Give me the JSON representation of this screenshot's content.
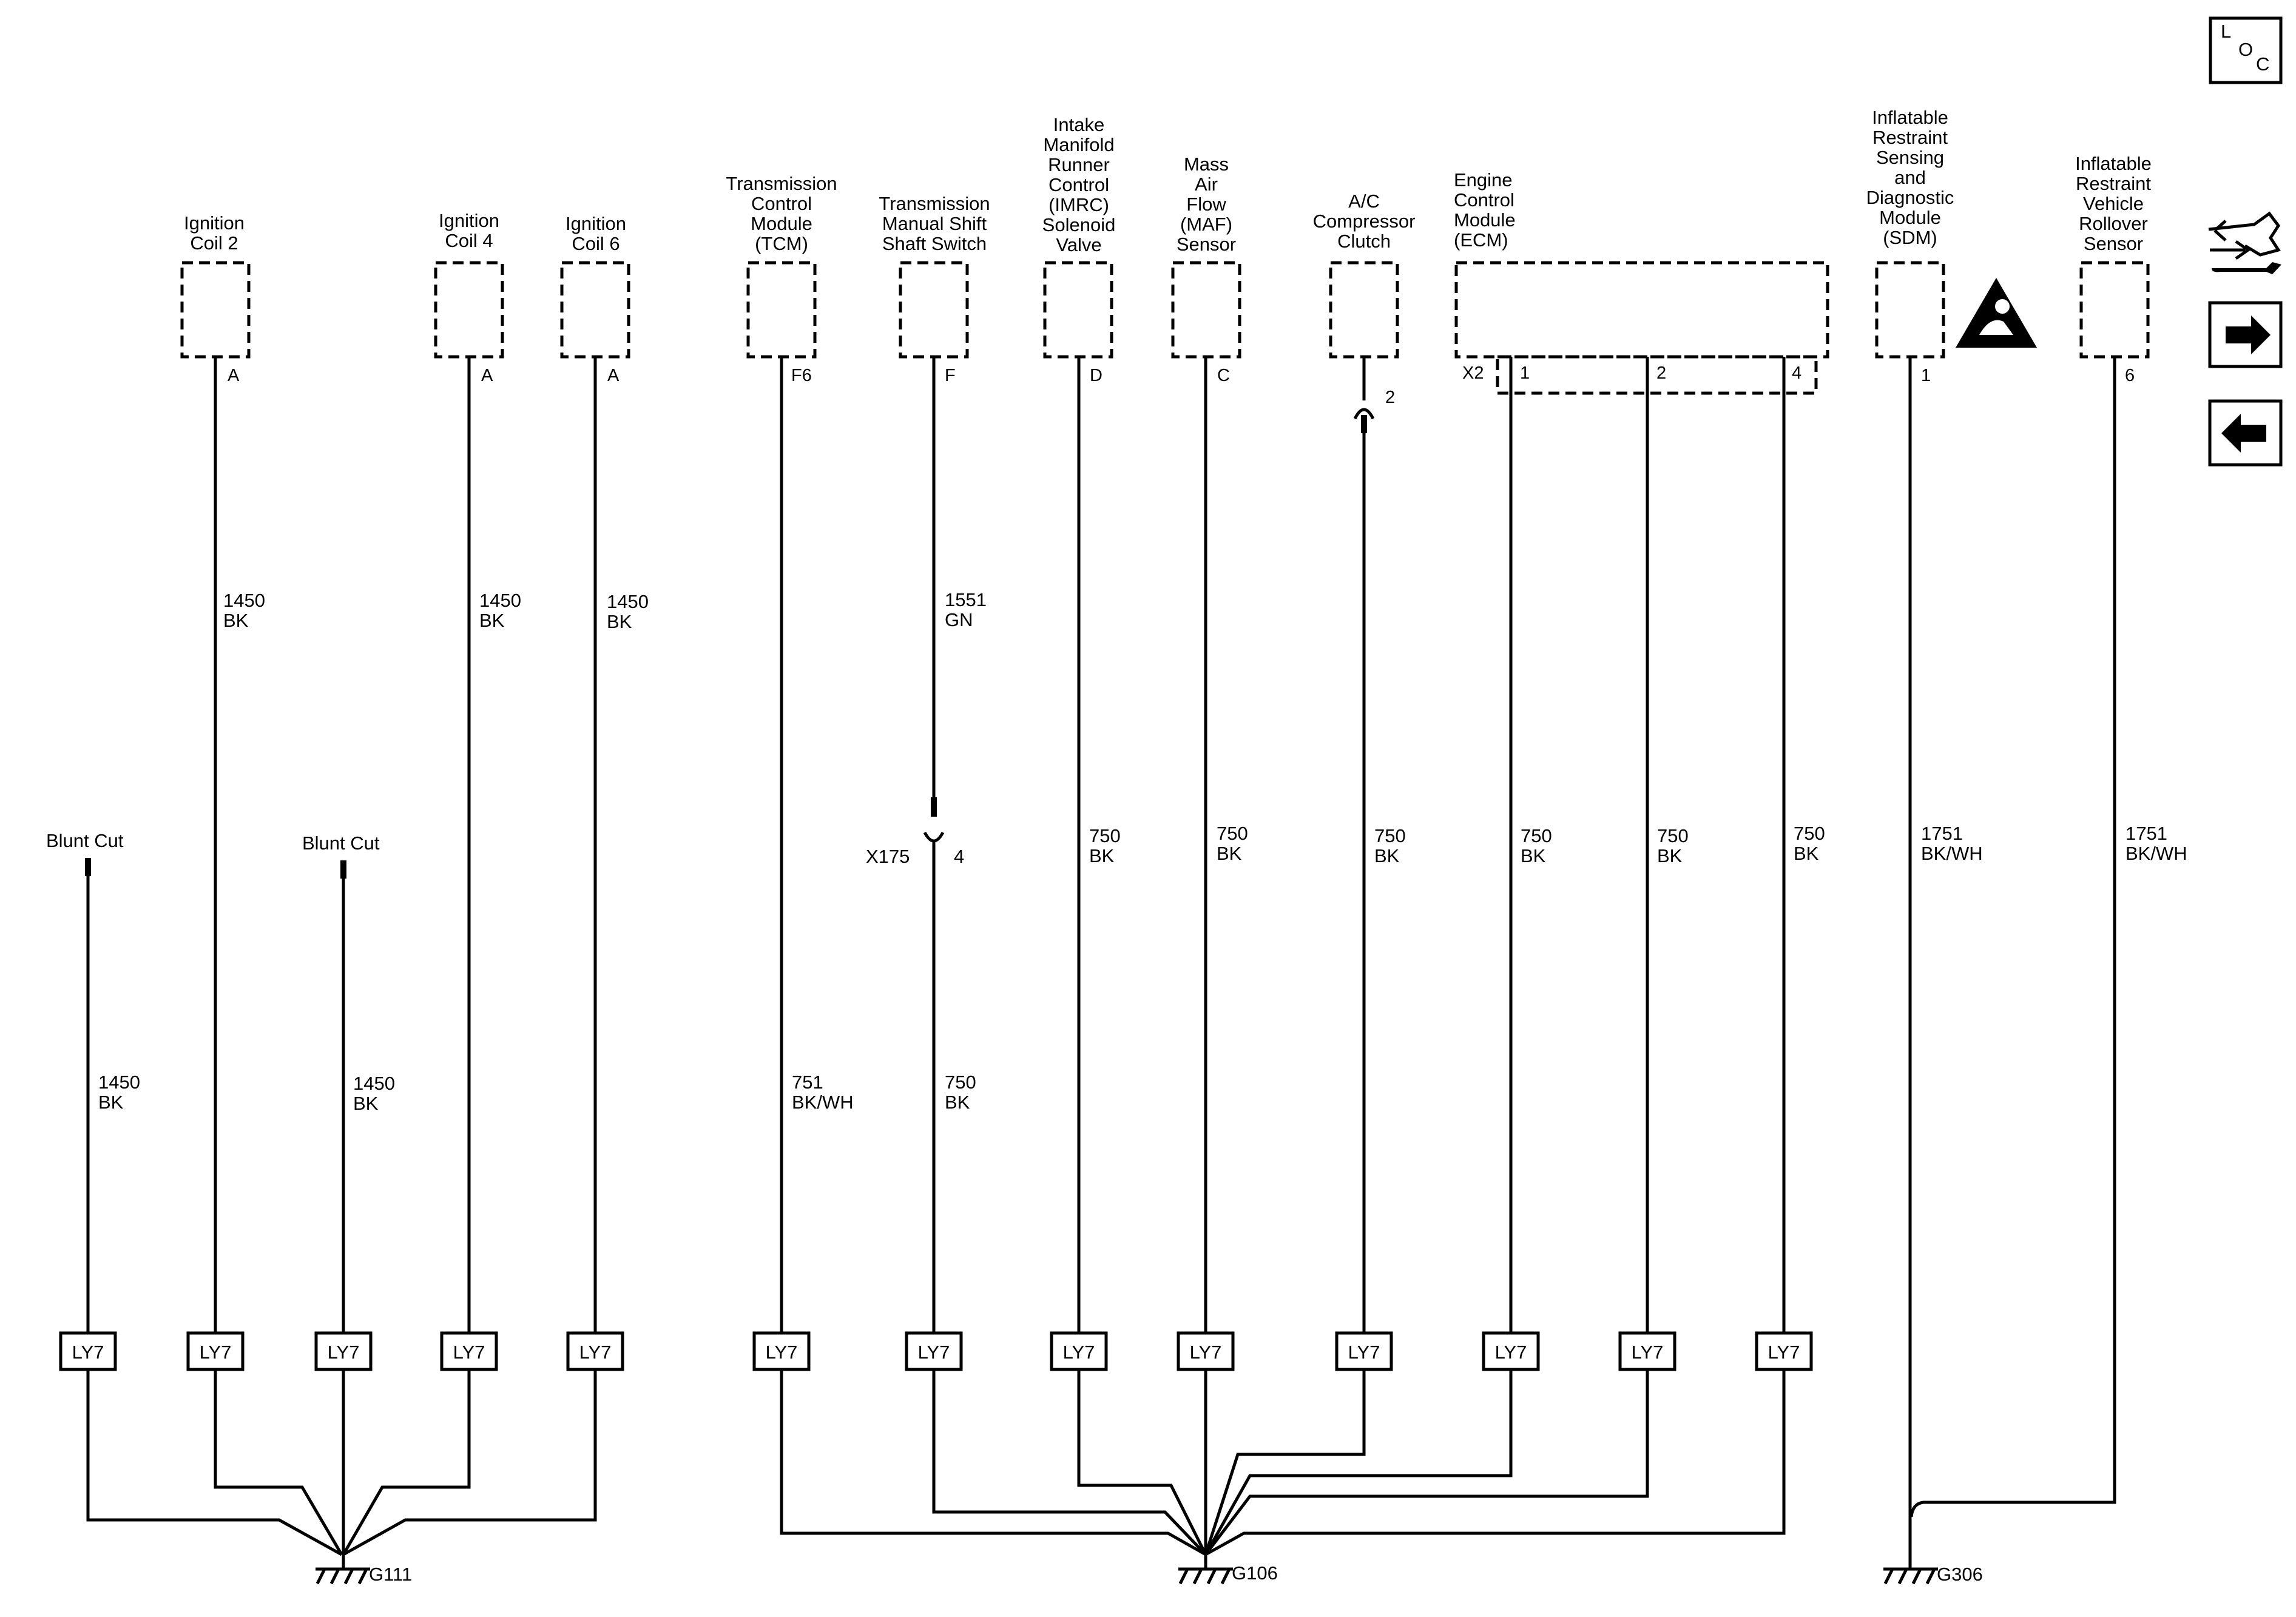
{
  "loc_button": {
    "l": "L",
    "o": "O",
    "c": "C"
  },
  "nav_icons": [
    "diagnostic-wrench-icon",
    "forward-arrow-icon",
    "back-arrow-icon"
  ],
  "components": {
    "coil2": [
      "Ignition",
      "Coil 2"
    ],
    "coil4": [
      "Ignition",
      "Coil 4"
    ],
    "coil6": [
      "Ignition",
      "Coil 6"
    ],
    "tcm": [
      "Transmission",
      "Control",
      "Module",
      "(TCM)"
    ],
    "tmss": [
      "Transmission",
      "Manual Shift",
      "Shaft Switch"
    ],
    "imrc": [
      "Intake",
      "Manifold",
      "Runner",
      "Control",
      "(IMRC)",
      "Solenoid",
      "Valve"
    ],
    "maf": [
      "Mass",
      "Air",
      "Flow",
      "(MAF)",
      "Sensor"
    ],
    "ac": [
      "A/C",
      "Compressor",
      "Clutch"
    ],
    "ecm": [
      "Engine",
      "Control",
      "Module",
      "(ECM)"
    ],
    "sdm": [
      "Inflatable",
      "Restraint",
      "Sensing",
      "and",
      "Diagnostic",
      "Module",
      "(SDM)"
    ],
    "rollover": [
      "Inflatable",
      "Restraint",
      "Vehicle",
      "Rollover",
      "Sensor"
    ]
  },
  "blunt_cut": "Blunt Cut",
  "pins": {
    "coil2": "A",
    "coil4": "A",
    "coil6": "A",
    "tcm": "F6",
    "tmss": "F",
    "imrc": "D",
    "maf": "C",
    "ac": "2",
    "ecm_connector": "X2",
    "ecm_1": "1",
    "ecm_2": "2",
    "ecm_4": "4",
    "sdm": "1",
    "rollover": "6"
  },
  "inline_connector": {
    "name": "X175",
    "pin": "4"
  },
  "wires": {
    "coil2": [
      "1450",
      "BK"
    ],
    "coil4": [
      "1450",
      "BK"
    ],
    "coil6": [
      "1450",
      "BK"
    ],
    "tmss_upper": [
      "1551",
      "GN"
    ],
    "blunt1": [
      "1450",
      "BK"
    ],
    "blunt2": [
      "1450",
      "BK"
    ],
    "tcm": [
      "751",
      "BK/WH"
    ],
    "tmss_lower": [
      "750",
      "BK"
    ],
    "imrc": [
      "750",
      "BK"
    ],
    "maf": [
      "750",
      "BK"
    ],
    "ac": [
      "750",
      "BK"
    ],
    "ecm1": [
      "750",
      "BK"
    ],
    "ecm2": [
      "750",
      "BK"
    ],
    "ecm4": [
      "750",
      "BK"
    ],
    "sdm": [
      "1751",
      "BK/WH"
    ],
    "rollover": [
      "1751",
      "BK/WH"
    ]
  },
  "option_code": "LY7",
  "grounds": {
    "g111": "G111",
    "g106": "G106",
    "g306": "G306"
  }
}
